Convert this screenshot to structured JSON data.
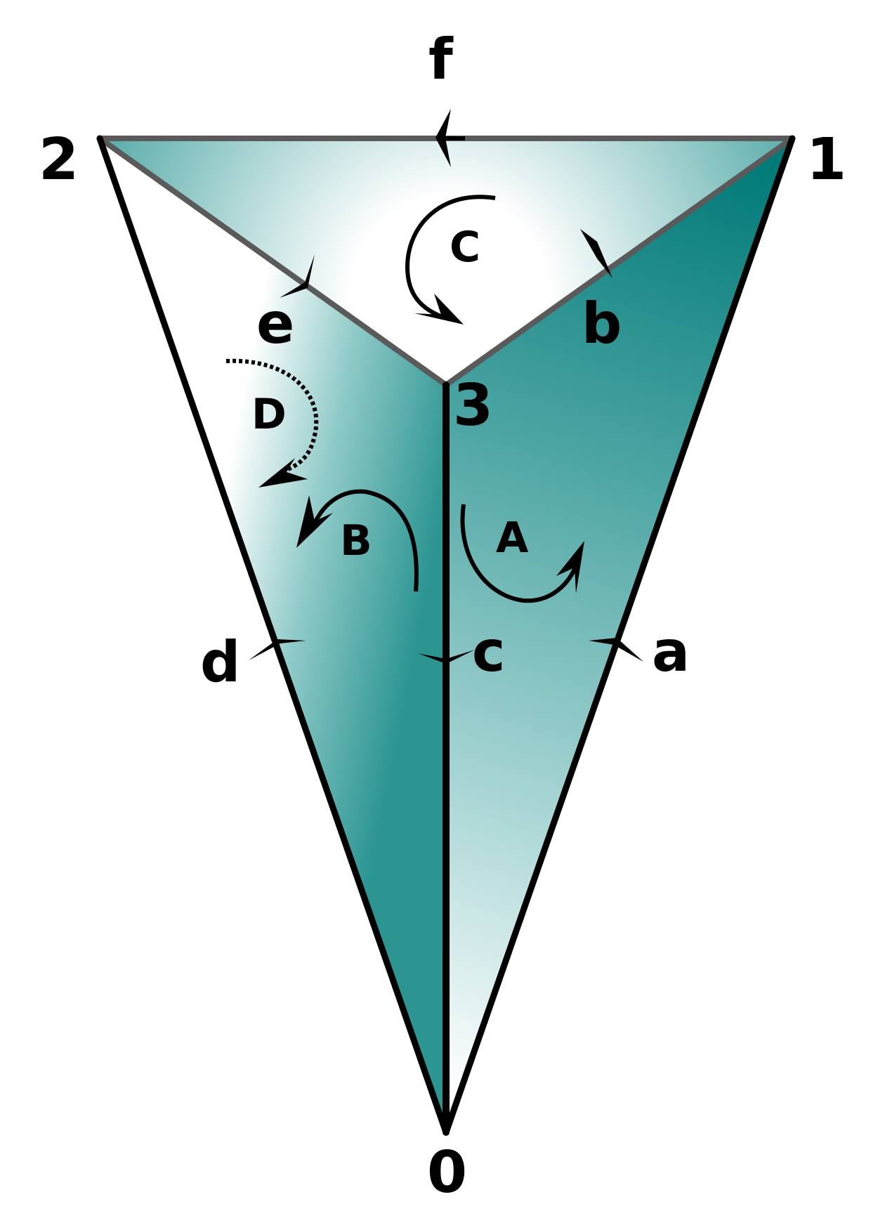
{
  "vertices": {
    "v0": "0",
    "v1": "1",
    "v2": "2",
    "v3": "3"
  },
  "edges": {
    "a": "a",
    "b": "b",
    "c": "c",
    "d": "d",
    "e": "e",
    "f": "f"
  },
  "faces": {
    "A": "A",
    "B": "B",
    "C": "C",
    "D": "D"
  },
  "colors": {
    "teal": "#007a78",
    "outline": "#000000",
    "grey_edge": "#5a5a5a",
    "background": "#ffffff"
  }
}
